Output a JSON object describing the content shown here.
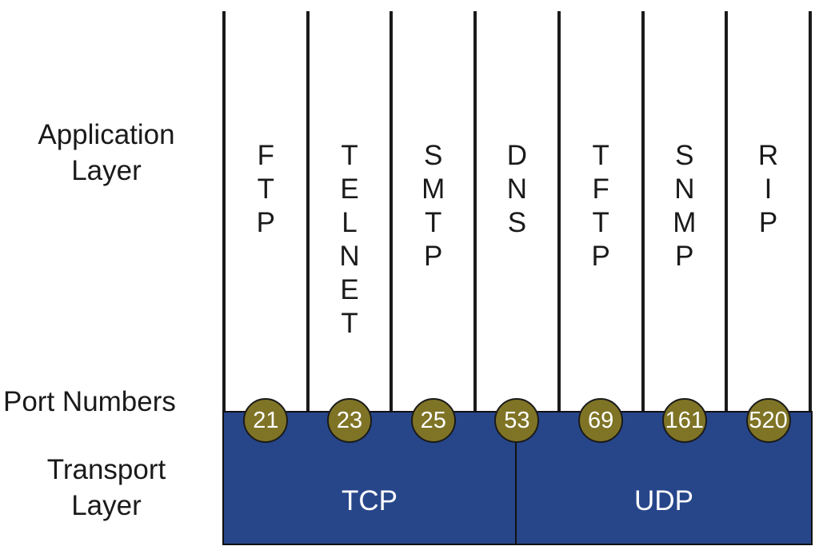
{
  "labels": {
    "application_layer": "Application\nLayer",
    "port_numbers": "Port Numbers",
    "transport_layer": "Transport\nLayer"
  },
  "protocols": [
    {
      "name": "FTP",
      "port": "21"
    },
    {
      "name": "TELNET",
      "port": "23"
    },
    {
      "name": "SMTP",
      "port": "25"
    },
    {
      "name": "DNS",
      "port": "53"
    },
    {
      "name": "TFTP",
      "port": "69"
    },
    {
      "name": "SNMP",
      "port": "161"
    },
    {
      "name": "RIP",
      "port": "520"
    }
  ],
  "transport": {
    "tcp": "TCP",
    "udp": "UDP"
  },
  "colors": {
    "transport_fill": "#27468a",
    "port_circle_fill": "#7f7426",
    "text_on_dark": "#ffffff"
  }
}
